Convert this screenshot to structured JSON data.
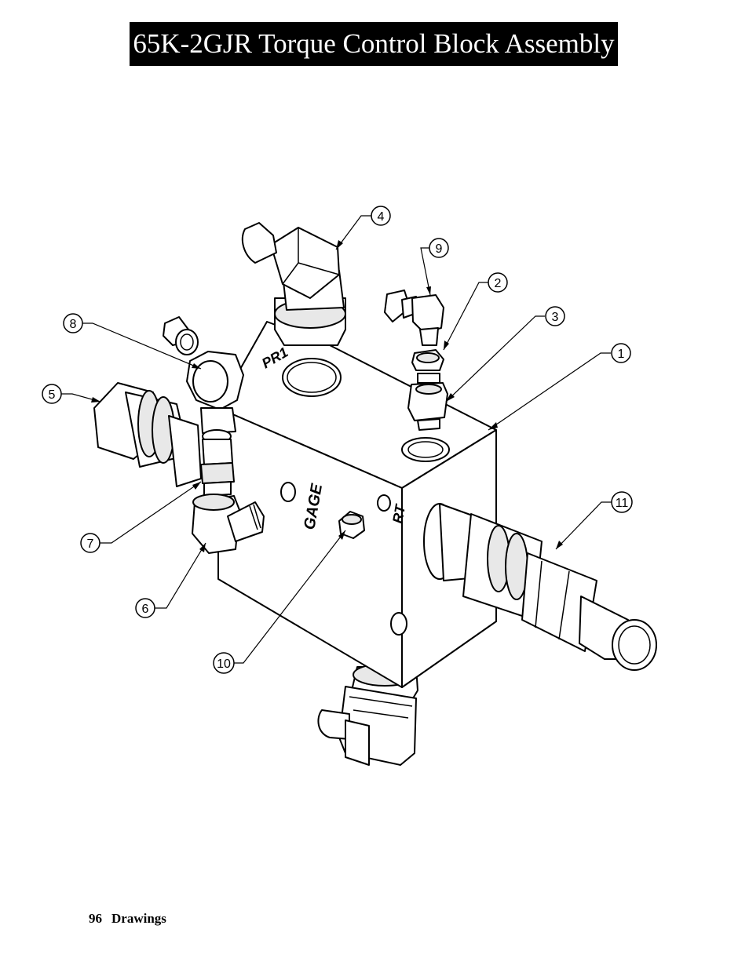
{
  "title": "65K-2GJR Torque Control Block Assembly",
  "footer": {
    "page_number": "96",
    "section": "Drawings"
  },
  "port_labels": {
    "pr1": "PR1",
    "gage": "GAGE",
    "rt": "RT"
  },
  "callouts": [
    "1",
    "2",
    "3",
    "4",
    "5",
    "6",
    "7",
    "8",
    "9",
    "10",
    "11"
  ]
}
